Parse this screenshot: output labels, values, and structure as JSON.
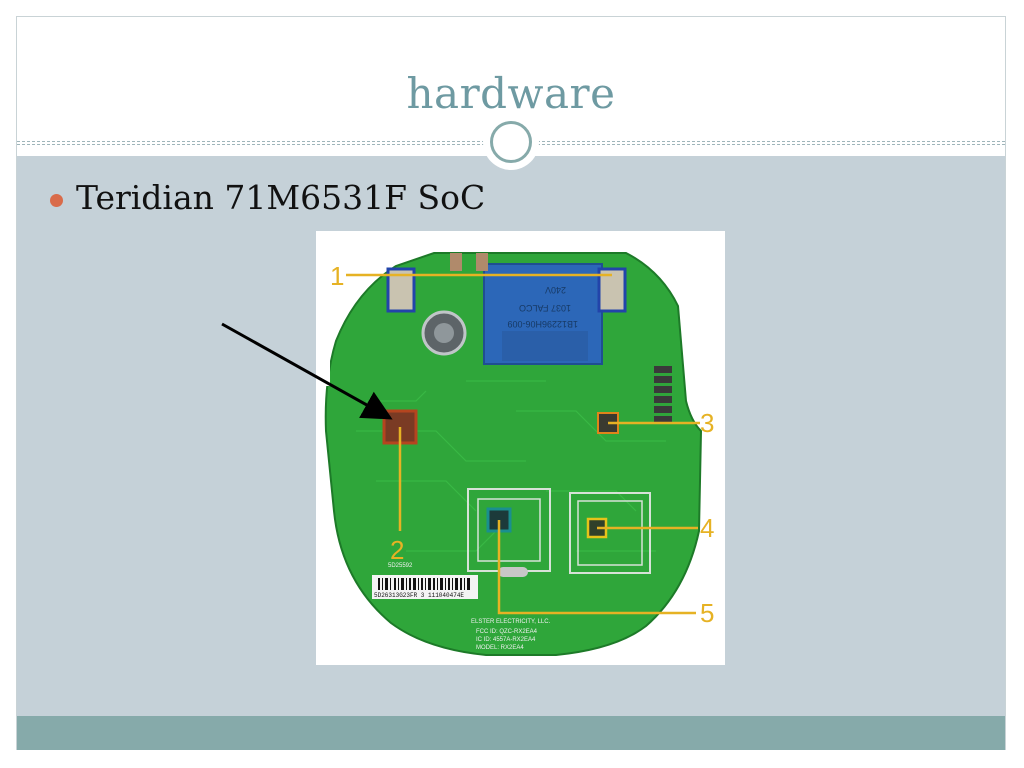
{
  "slide": {
    "title": "hardware",
    "bullets": [
      "Teridian 71M6531F SoC"
    ]
  },
  "photo": {
    "callouts": [
      "1",
      "2",
      "3",
      "4",
      "5"
    ],
    "transformer_lines": [
      "240V",
      "1037 FALCO",
      "1B12296H06-009"
    ],
    "board_code": "5D25592",
    "barcode_text": "5D26313G23FR 3 111040474E",
    "manufacturer_label": "ELSTER ELECTRICITY, LLC.",
    "fcc_id": "FCC ID: QZC-RX2EA4",
    "ic_id": "IC ID: 4557A-RX2EA4",
    "model": "MODEL: RX2EA4",
    "colors": {
      "pcb": "#2fa63a",
      "callout": "#e6b224",
      "chip_highlight_soc": "#b5451f",
      "chip_highlight_blue": "#2244aa",
      "chip_highlight_teal": "#1a8f8f"
    }
  }
}
